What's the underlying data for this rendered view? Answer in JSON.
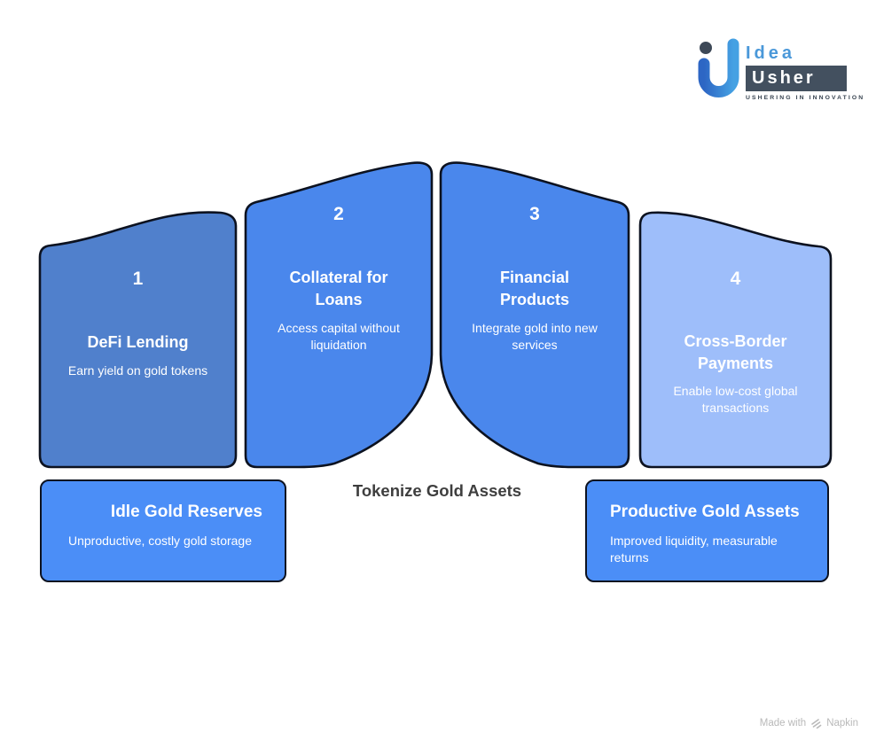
{
  "logo": {
    "brand_top": "Idea",
    "brand_bottom": "Usher",
    "tagline": "USHERING IN INNOVATION"
  },
  "center_title": "Tokenize Gold Assets",
  "panels": [
    {
      "number": "1",
      "title": "DeFi Lending",
      "subtitle": "Earn yield on gold tokens",
      "color": "#5080cc"
    },
    {
      "number": "2",
      "title": "Collateral for Loans",
      "subtitle": "Access capital without liquidation",
      "color": "#4a87ec"
    },
    {
      "number": "3",
      "title": "Financial Products",
      "subtitle": "Integrate gold into new services",
      "color": "#4a87ec"
    },
    {
      "number": "4",
      "title": "Cross-Border Payments",
      "subtitle": "Enable low-cost global transactions",
      "color": "#9ebefa"
    }
  ],
  "states": [
    {
      "title": "Idle Gold Reserves",
      "subtitle": "Unproductive, costly gold storage",
      "color": "#4b8ef7"
    },
    {
      "title": "Productive Gold Assets",
      "subtitle": "Improved liquidity, measurable returns",
      "color": "#4b8ef7"
    }
  ],
  "footer": {
    "prefix": "Made with",
    "brand": "Napkin"
  },
  "colors": {
    "outline": "#0c1220",
    "center_title_text": "#3e3e3e",
    "panel_text": "#ffffff",
    "background": "#ffffff"
  }
}
